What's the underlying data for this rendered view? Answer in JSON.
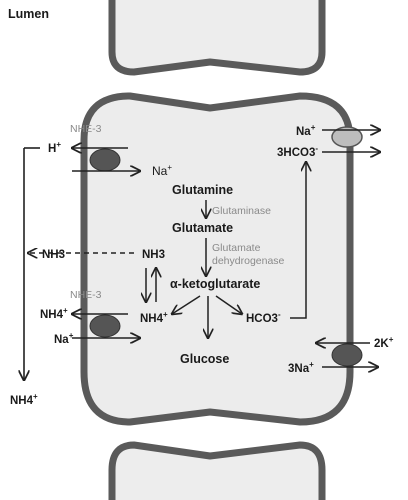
{
  "lumen_label": "Lumen",
  "transporters": {
    "nhe3_top": "NHE-3",
    "nhe3_bottom": "NHE-3"
  },
  "ions": {
    "h_plus": "H+",
    "na_plus_top": "Na+",
    "nh3_lumen": "NH3",
    "nh3_cell": "NH3",
    "nh4_lumen": "NH4+",
    "na_plus_bottom": "Na+",
    "nh4_cell": "NH4+",
    "hco3_cell": "HCO3-",
    "na_plus_baso": "Na+",
    "hco3_baso": "3HCO3-",
    "k_plus_baso": "2K+",
    "na_plus_pump": "3Na+",
    "nh4_urine": "NH4+"
  },
  "metabolites": {
    "glutamine": "Glutamine",
    "glutamate": "Glutamate",
    "alpha_kg": "α-ketoglutarate",
    "glucose": "Glucose"
  },
  "enzymes": {
    "glutaminase": "Glutaminase",
    "gdh_line1": "Glutamate",
    "gdh_line2": "dehydrogenase"
  }
}
